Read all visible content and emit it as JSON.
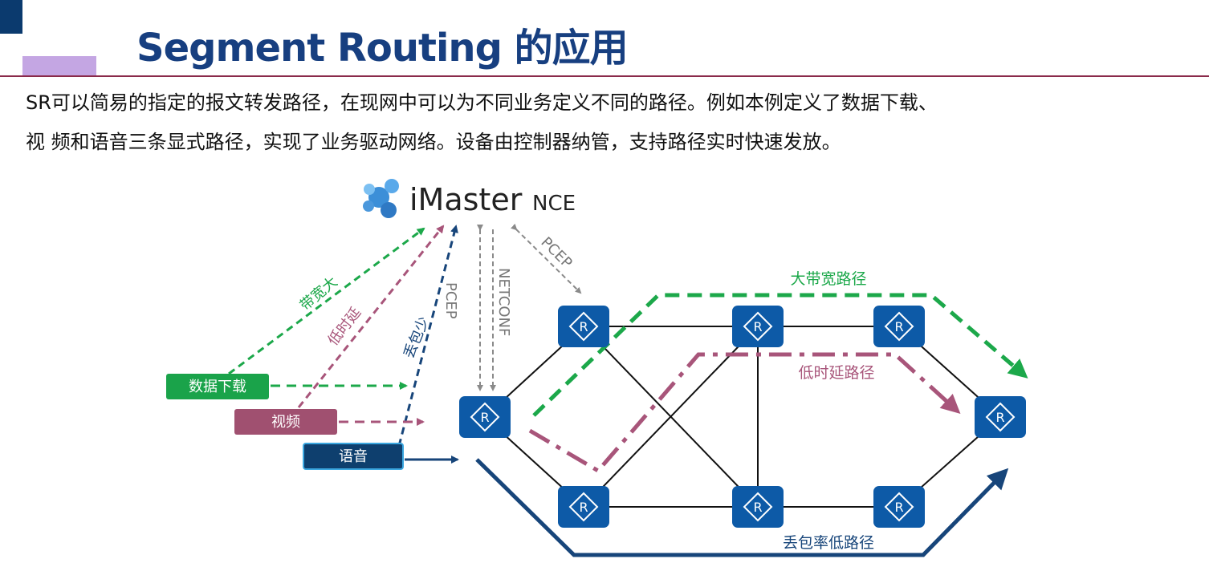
{
  "header": {
    "title": "Segment Routing 的应用"
  },
  "intro": {
    "line1": "SR可以简易的指定的报文转发路径，在现网中可以为不同业务定义不同的路径。例如本例定义了数据下载、",
    "line2": "视  频和语音三条显式路径，实现了业务驱动网络。设备由控制器纳管，支持路径实时快速发放。"
  },
  "diagram": {
    "controller": {
      "name": "iMaster",
      "suffix": "NCE",
      "icon": "imaster-logo-icon"
    },
    "protocols": {
      "pcep_left": "PCEP",
      "netconf": "NETCONF",
      "pcep_right": "PCEP"
    },
    "requirements": {
      "bandwidth": "带宽大",
      "delay": "低时延",
      "loss": "丢包少"
    },
    "services": [
      {
        "label": "数据下载",
        "color": "#1aa34a"
      },
      {
        "label": "视频",
        "color": "#a05070"
      },
      {
        "label": "语音",
        "color": "#0e3f6e"
      }
    ],
    "paths": {
      "bandwidth": "大带宽路径",
      "delay": "低时延路径",
      "loss": "丢包率低路径"
    },
    "router_icon_label": "R",
    "colors": {
      "green": "#1ca84a",
      "mauve": "#a8557a",
      "navy": "#17457a",
      "router": "#0d5aa7",
      "gray": "#8a8a8a"
    }
  }
}
